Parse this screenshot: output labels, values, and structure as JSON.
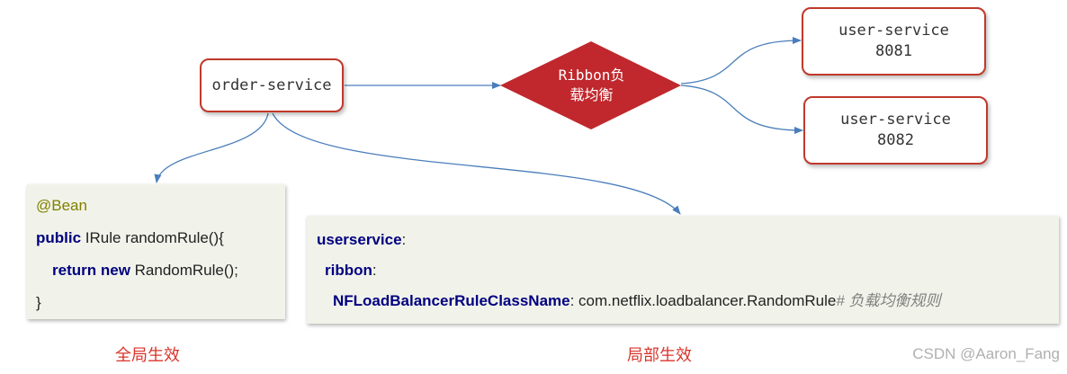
{
  "nodes": {
    "order_service": "order-service",
    "ribbon": [
      "Ribbon负",
      "载均衡"
    ],
    "user_service_1": [
      "user-service",
      "8081"
    ],
    "user_service_2": [
      "user-service",
      "8082"
    ]
  },
  "global_code": {
    "annotation": "@Bean",
    "line2": {
      "kw": "public",
      "text": " IRule randomRule(){"
    },
    "line3": {
      "kw1": "return",
      "kw2": "new",
      "text": " RandomRule();"
    },
    "line4": "}"
  },
  "local_code": {
    "line1": {
      "key": "userservice",
      "colon": ":"
    },
    "line2": {
      "key": "ribbon",
      "colon": ":"
    },
    "line3": {
      "key": "NFLoadBalancerRuleClassName",
      "value": ": com.netflix.loadbalancer.RandomRule",
      "comment": "# 负载均衡规则"
    }
  },
  "captions": {
    "global": "全局生效",
    "local": "局部生效"
  },
  "watermark": "CSDN @Aaron_Fang",
  "colors": {
    "node_border": "#c0392b",
    "ribbon_fill": "#c0282d",
    "arrow": "#4a7ebb",
    "code_bg": "#f1f3ea",
    "caption": "#d9342b"
  }
}
